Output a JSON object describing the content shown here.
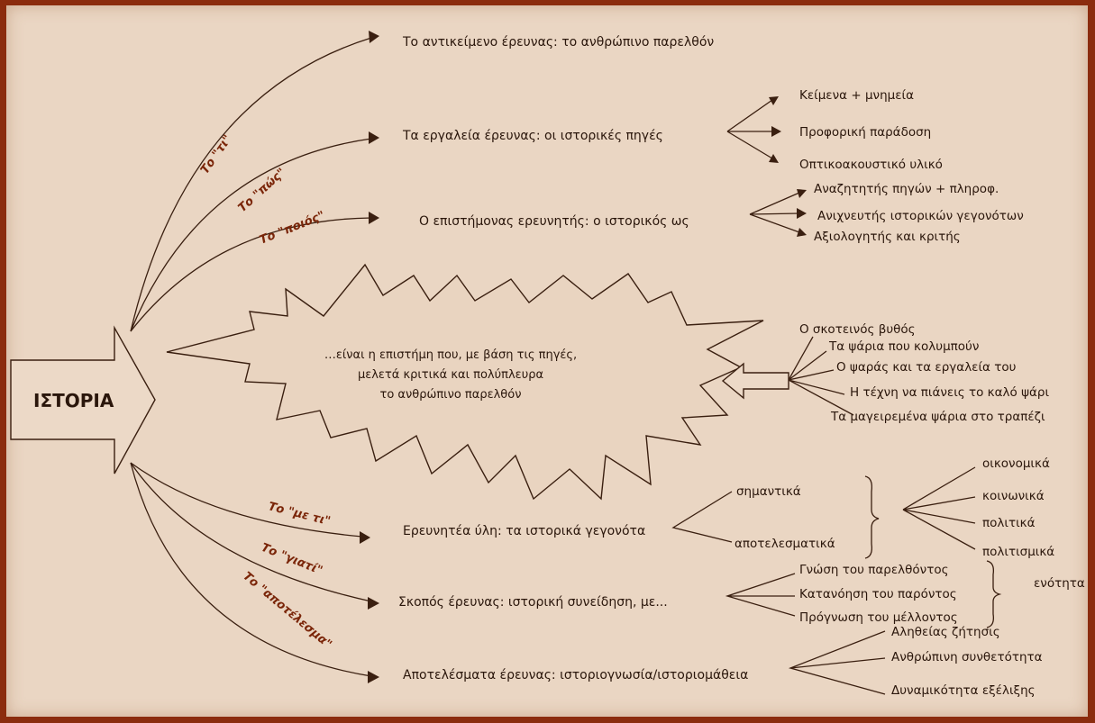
{
  "center": {
    "title": "ΙΣΤΟΡΙΑ"
  },
  "definition": {
    "line1": "…είναι η επιστήμη που, με βάση τις πηγές,",
    "line2": "μελετά κριτικά και πολύπλευρα",
    "line3": "το ανθρώπινο παρελθόν"
  },
  "questions": {
    "ti": "Το \"τι\"",
    "pos": "Το \"πώς\"",
    "poios": "Το \"ποιός\"",
    "me_ti": "Το \"με τι\"",
    "giati": "Το \"γιατί\"",
    "apotelesma": "Το \"αποτέλεσμα\""
  },
  "branches": {
    "object": "Το αντικείμενο έρευνας: το ανθρώπινο παρελθόν",
    "tools": "Τα εργαλεία έρευνας: οι ιστορικές πηγές",
    "researcher": "Ο επιστήμονας ερευνητής: ο ιστορικός ως",
    "material": "Ερευνητέα ύλη: τα ιστορικά γεγονότα",
    "purpose": "Σκοπός έρευνας: ιστορική συνείδηση, με...",
    "results": "Αποτελέσματα έρευνας: ιστοριογνωσία/ιστοριομάθεια"
  },
  "tools_items": [
    "Κείμενα + μνημεία",
    "Προφορική παράδοση",
    "Οπτικοακουστικό υλικό"
  ],
  "researcher_items": [
    "Αναζητητής πηγών + πληροφ.",
    "Ανιχνευτής ιστορικών γεγονότων",
    "Αξιολογητής και κριτής"
  ],
  "analogy_items": [
    "Ο σκοτεινός βυθός",
    "Τα ψάρια που κολυμπούν",
    "Ο ψαράς και τα εργαλεία του",
    "Η τέχνη να πιάνεις το καλό ψάρι",
    "Τα μαγειρεμένα ψάρια στο τραπέζι"
  ],
  "material_items": [
    "σημαντικά",
    "αποτελεσματικά"
  ],
  "material_domains": [
    "οικονομικά",
    "κοινωνικά",
    "πολιτικά",
    "πολιτισμικά"
  ],
  "purpose_items": [
    "Γνώση του παρελθόντος",
    "Κατανόηση του παρόντος",
    "Πρόγνωση του μέλλοντος"
  ],
  "purpose_unity": "ενότητα",
  "results_items": [
    "Αληθείας ζήτησις",
    "Ανθρώπινη συνθετότητα",
    "Δυναμικότητα εξέλιξης"
  ],
  "colors": {
    "background": "#ead6c3",
    "border": "#8b2c0e",
    "ink": "#2a160b",
    "accent": "#7a2508"
  }
}
